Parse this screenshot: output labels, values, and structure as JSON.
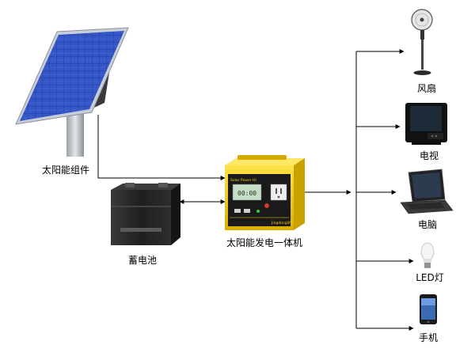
{
  "components": {
    "solar_panel": {
      "label": "太阳能组件"
    },
    "battery": {
      "label": "蓄电池"
    },
    "controller": {
      "label": "太阳能发电一体机",
      "panel_brand": "Solar Power HI",
      "screen_text": "00:00",
      "logo_text": "Jingdonglife"
    }
  },
  "loads": [
    {
      "id": "fan",
      "label": "风扇"
    },
    {
      "id": "tv",
      "label": "电视"
    },
    {
      "id": "laptop",
      "label": "电脑"
    },
    {
      "id": "led",
      "label": "LED灯"
    },
    {
      "id": "phone",
      "label": "手机"
    }
  ],
  "colors": {
    "panel_cell": "#2848b0",
    "panel_frame": "#c8cdd8",
    "controller_yellow": "#f4cf14",
    "controller_face": "#1a1a1a",
    "battery_body": "#1e1e1e",
    "line": "#000000"
  }
}
